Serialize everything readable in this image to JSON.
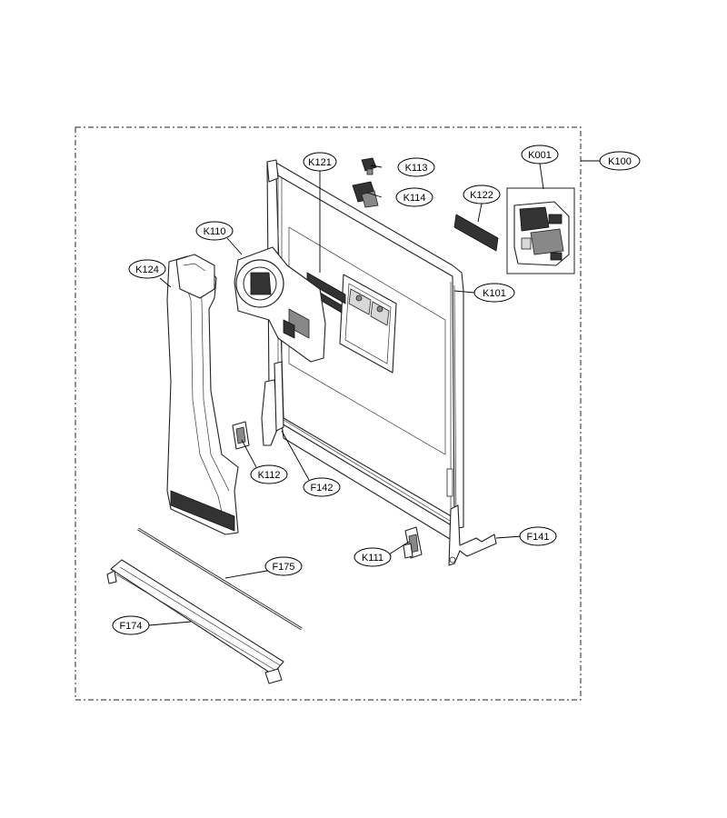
{
  "diagram": {
    "labels": {
      "K001": "K001",
      "K100": "K100",
      "K101": "K101",
      "K110": "K110",
      "K111": "K111",
      "K112": "K112",
      "K113": "K113",
      "K114": "K114",
      "K121": "K121",
      "K122": "K122",
      "K124": "K124",
      "F141": "F141",
      "F142": "F142",
      "F174": "F174",
      "F175": "F175"
    }
  }
}
